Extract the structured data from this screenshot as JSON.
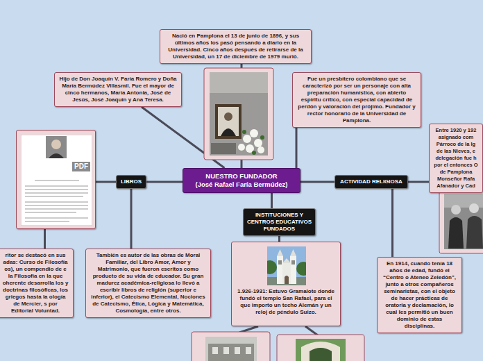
{
  "diagram": {
    "nodes": [
      {
        "text": [
          "Nació en Pamplona el 13 de junio de 1896, y sus últimos años los pasó pensando a diario en la Universidad. Cinco años después de retirarse de la Universidad, un 17 de diciembre de 1979 murió."
        ]
      },
      {
        "text": [
          "Hijo de Don Joaquín V. Faría Romero y Doña María Bermúdez Villasmil. Fue el mayor de cinco hermanos, María Antonia, José de Jesús, José Joaquín y Ana Teresa."
        ]
      },
      {
        "text": [
          "Fue un presbítero colombiano que se caracterizó por ser un personaje con alta preparación humanística, con abierto espíritu crítico, con especial capacidad de perdón y valoración del prójimo. Fundador y rector honorario de la Universidad de Pamplona."
        ]
      },
      {
        "text": [
          "Entre 1920 y 192 asignado com Párroco de la Ig de las Nieves, e delegación fue h por el entonces O de Pamplona Monseñor Rafa Afanador y Cad"
        ]
      },
      {
        "text": [
          "PDF"
        ]
      },
      {
        "text": [
          "NUESTRO FUNDADOR",
          "(José Rafael Faría Bermúdez)"
        ]
      },
      {
        "text": [
          "LIBROS"
        ]
      },
      {
        "text": [
          "ACTIVIDAD RELIGIOSA"
        ]
      },
      {
        "text": [
          "INSTITUCIONES Y CENTROS EDUCATIVOS FUNDADOS"
        ]
      },
      {
        "text": [
          "1.926-1931: Estuvo Gramalote donde fundó el templo San Rafael, para el que importo un techo Alemán y un reloj de péndulo Suizo."
        ]
      },
      {
        "text": [
          "ritor se destacó en sus adas: Curso de Filosofía os), un compendio de e la Filosofía en la que oherente desarrolla los y doctrinas filosóficas, los griegos hasta la ología de Mercier, s por Editorial Voluntad."
        ]
      },
      {
        "text": [
          "También es autor de las obras de Moral Familiar, del Libro Amor, Amor y Matrimonio, que fueron escritos como producto de su vida de educador. Su gran madurez académica-religiosa lo llevó a escribir libros de religión (superior e inferior), el Catecismo Elemental, Nociones de Catecismo, Ética, Lógica y Matemática, Cosmología, entre otros."
        ]
      },
      {
        "text": [
          "En 1914, cuando tenía 18 años de edad, fundó el “Centro o Ateneo Zeledón”, junto a otros compañeros seminaristas, con el objeto de hacer prácticas de oratoria y declamación, lo cual les permitió un buen dominio de estas disciplinas."
        ]
      }
    ],
    "edges": [
      {
        "from": 5,
        "to": 0,
        "arrow": "none"
      },
      {
        "from": 5,
        "to": 1,
        "arrow": "none"
      },
      {
        "from": 5,
        "to": 2,
        "arrow": "none"
      },
      {
        "from": 5,
        "to": 6,
        "arrow": "none"
      },
      {
        "from": 5,
        "to": 7,
        "arrow": "none"
      },
      {
        "from": 5,
        "to": 8,
        "arrow": "none"
      },
      {
        "from": 6,
        "to": 4,
        "arrow": "none"
      },
      {
        "from": 4,
        "to": 10,
        "arrow": "none"
      },
      {
        "from": 6,
        "to": 11,
        "arrow": "none"
      },
      {
        "from": 7,
        "to": 3,
        "arrow": "none"
      },
      {
        "from": 7,
        "to": 12,
        "arrow": "none"
      },
      {
        "from": 8,
        "to": 9,
        "arrow": "none"
      }
    ]
  }
}
